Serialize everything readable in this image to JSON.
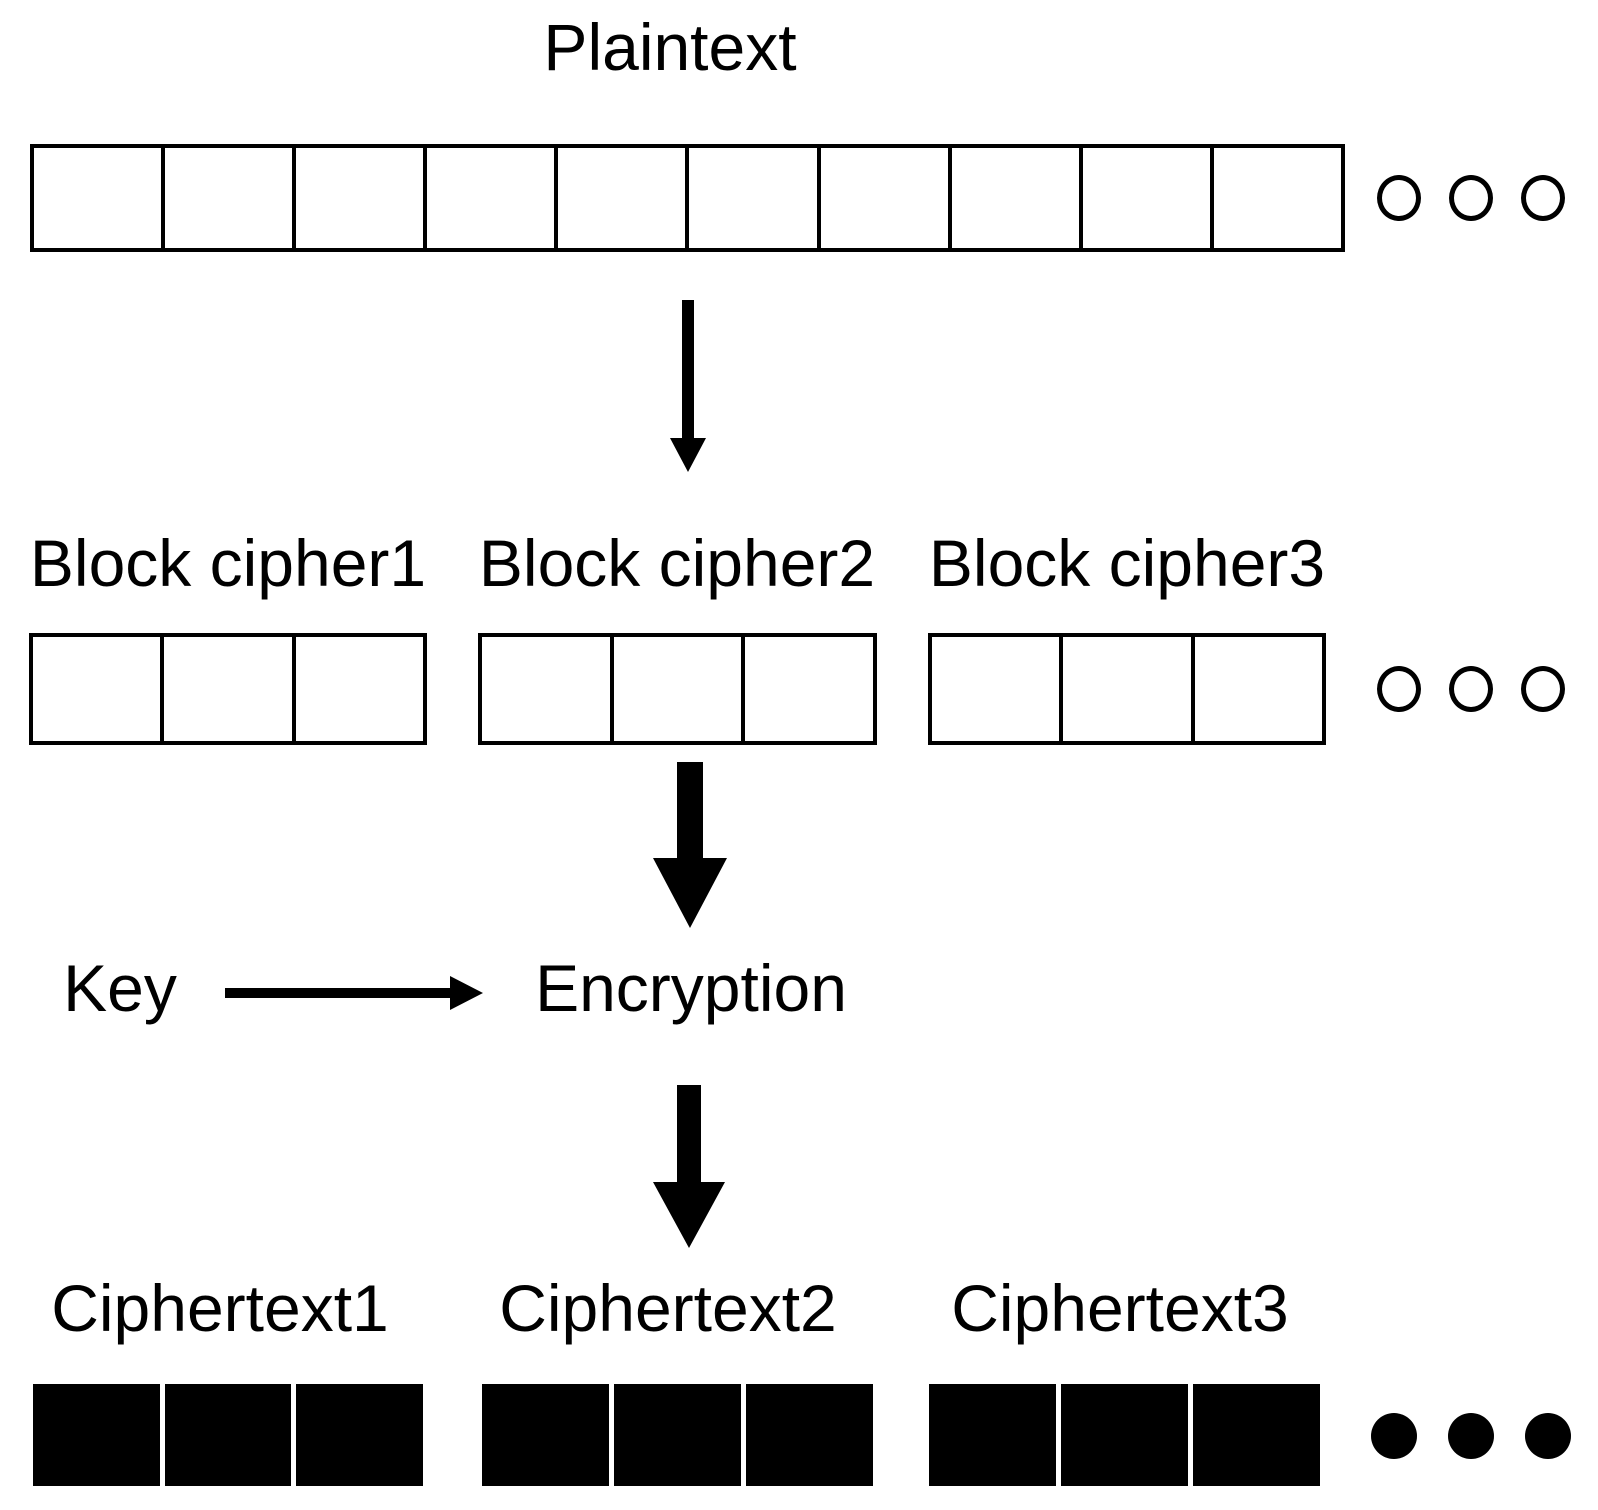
{
  "page": {
    "background_color": "#ffffff",
    "ink_color": "#000000"
  },
  "diagram": {
    "title": "Plaintext",
    "plaintext_strip": {
      "cells": 10,
      "ellipsis_dots": 3,
      "dot_style": "open"
    },
    "block_row": {
      "labels": [
        "Block cipher1",
        "Block cipher2",
        "Block cipher3"
      ],
      "cells_per_block": 3,
      "ellipsis_dots": 3,
      "dot_style": "open"
    },
    "key_label": "Key",
    "encryption_label": "Encryption",
    "ciphertext_row": {
      "labels": [
        "Ciphertext1",
        "Ciphertext2",
        "Ciphertext3"
      ],
      "cells_per_block": 3,
      "ellipsis_dots": 3,
      "dot_style": "filled",
      "fill_color": "#000000"
    }
  }
}
